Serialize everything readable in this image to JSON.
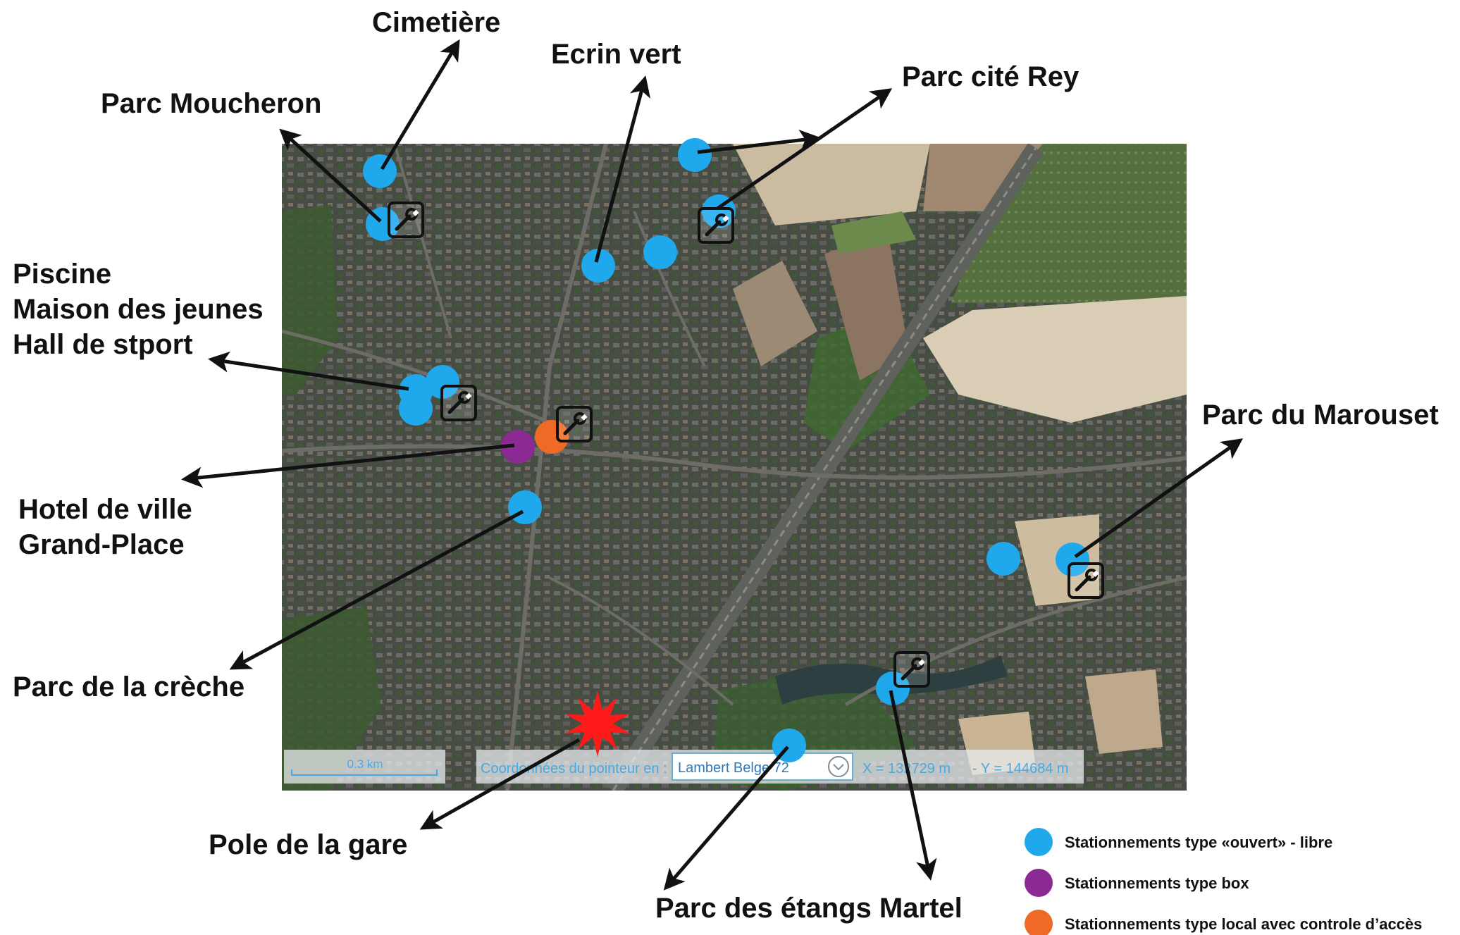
{
  "callouts": {
    "cimetiere": "Cimetière",
    "ecrin_vert": "Ecrin vert",
    "parc_cite_rey": "Parc cité Rey",
    "parc_moucheron": "Parc Moucheron",
    "piscine_line1": "Piscine",
    "piscine_line2": "Maison des jeunes",
    "piscine_line3": "Hall de stport",
    "parc_du_marouset": "Parc du Marouset",
    "hotel_line1": "Hotel de ville",
    "hotel_line2": "Grand-Place",
    "parc_de_la_creche": "Parc de la crèche",
    "pole_de_la_gare": "Pole de la gare",
    "parc_des_etangs_martel": "Parc des étangs Martel"
  },
  "map_toolbar": {
    "scale_label": "0.3 km",
    "coords_label": "Coordonnées du pointeur en :",
    "projection_value": "Lambert Belge 72",
    "x_readout": "X = 132729 m",
    "y_readout": "- Y = 144684 m"
  },
  "legend": {
    "items": [
      {
        "label": "Stationnements type «ouvert» - libre",
        "color": "#1fa9ec"
      },
      {
        "label": "Stationnements type box",
        "color": "#8b2a92"
      },
      {
        "label": "Stationnements type local avec controle d’accès",
        "color": "#ee6a26"
      }
    ]
  },
  "colors": {
    "open_parking": "#1fa9ec",
    "box_parking": "#8b2a92",
    "local_access_parking": "#ee6a26",
    "station_marker": "#ff1a1a",
    "arrow": "#111111",
    "map_dark": "#3a4038",
    "field_beige": "#c9b79a"
  },
  "icons": {
    "maintenance": "wrench-icon",
    "station": "starburst-icon",
    "dropdown": "chevron-down-icon"
  }
}
